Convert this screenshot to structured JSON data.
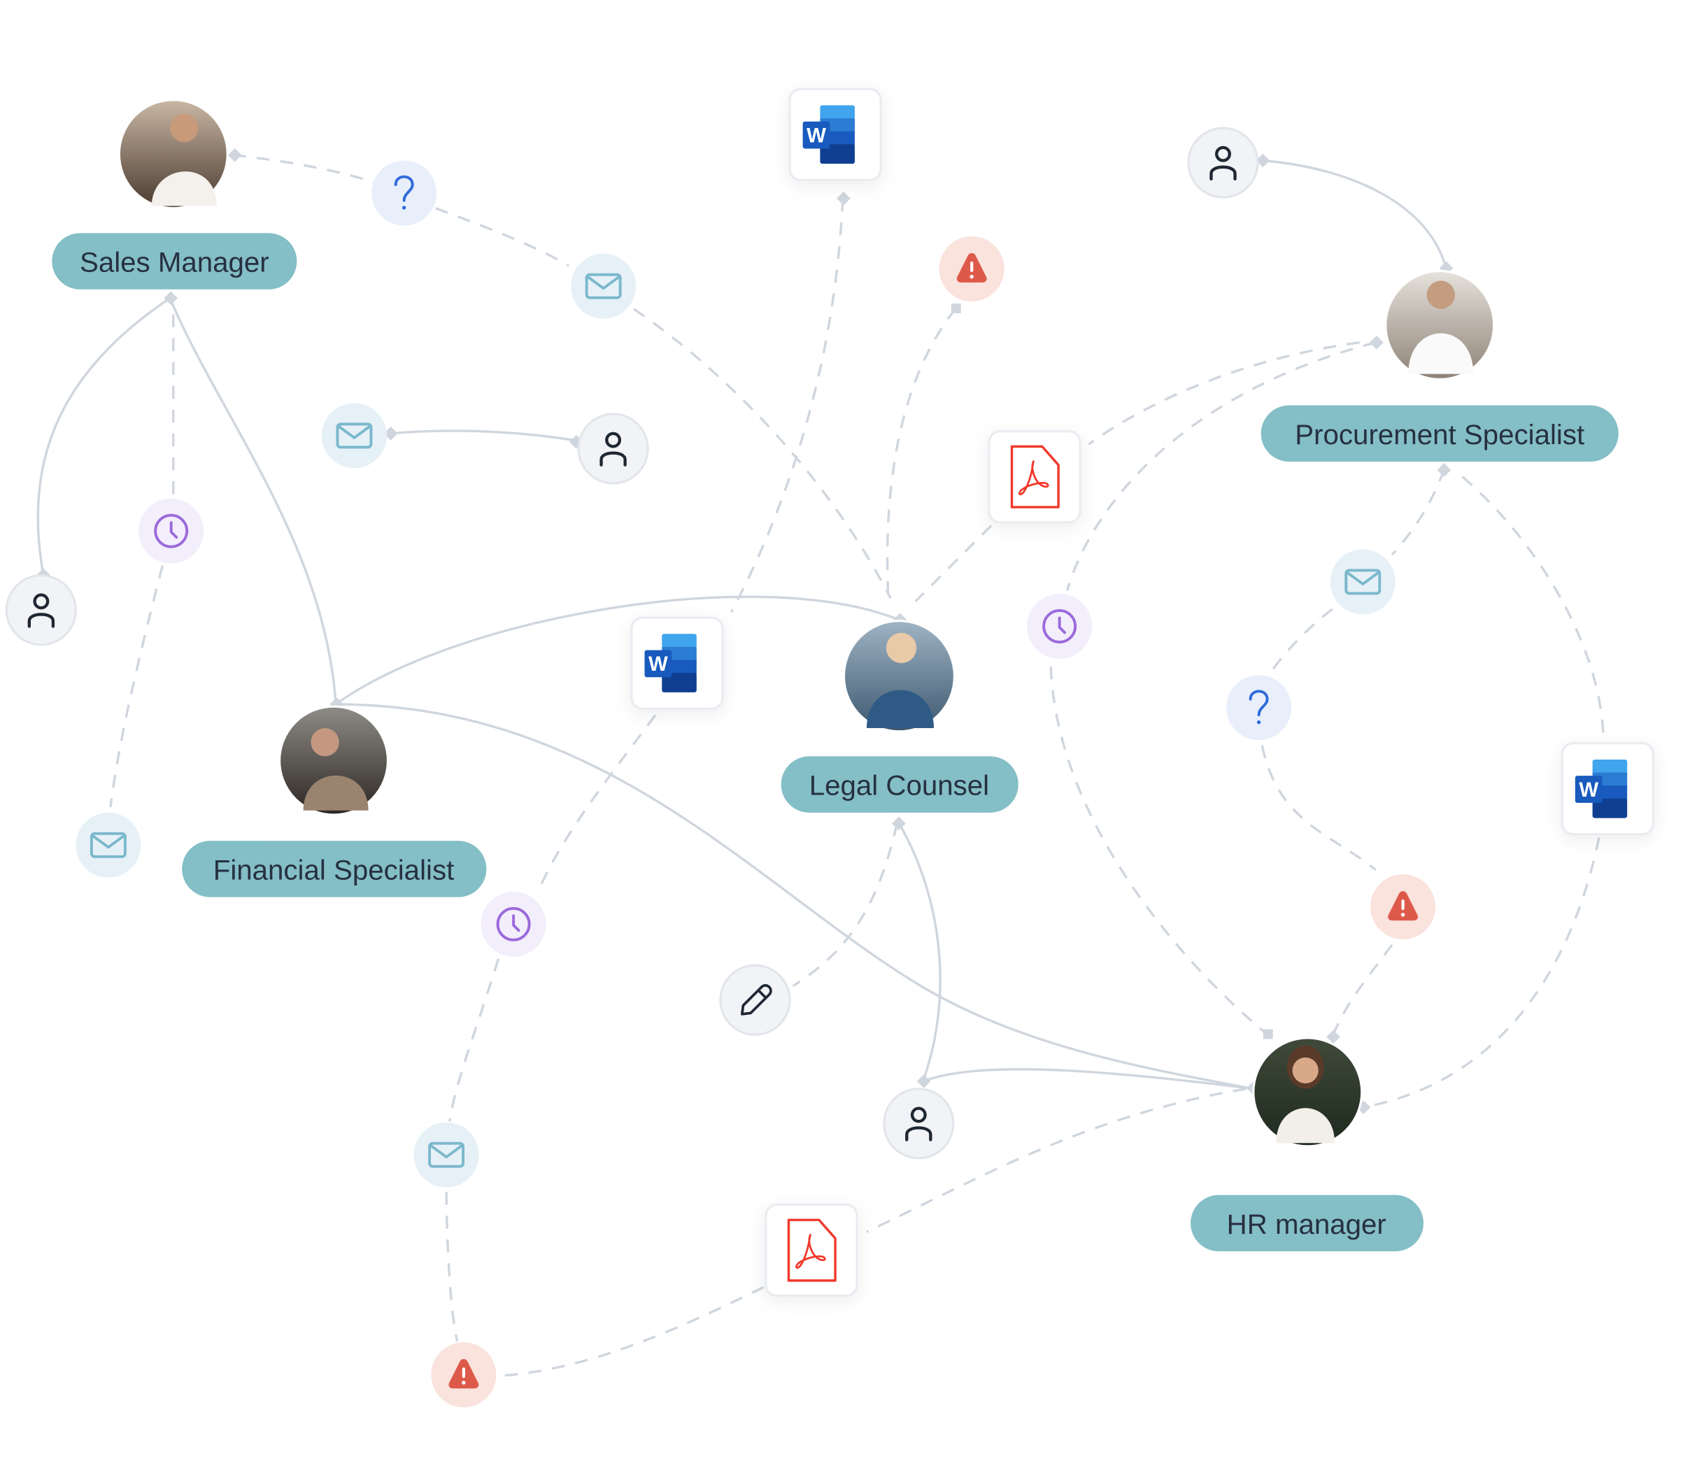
{
  "roles": {
    "sales_manager": "Sales Manager",
    "procurement_specialist": "Procurement Specialist",
    "legal_counsel": "Legal Counsel",
    "financial_specialist": "Financial Specialist",
    "hr_manager": "HR manager"
  },
  "icons": {
    "question": "question-icon",
    "mail": "mail-icon",
    "word": "word-document-icon",
    "pdf": "pdf-document-icon",
    "warning": "warning-icon",
    "person": "person-icon",
    "clock": "clock-icon",
    "pencil": "pencil-icon"
  },
  "glyphs": {
    "question": "?",
    "word_letter": "W"
  },
  "colors": {
    "pill": "#84BEC6",
    "edge": "#D0D6DE",
    "warning": "#DD5A4A",
    "pdf": "#F0382B",
    "word": "#185ABD",
    "clock": "#9B6ADB",
    "question": "#2F6BDB"
  }
}
